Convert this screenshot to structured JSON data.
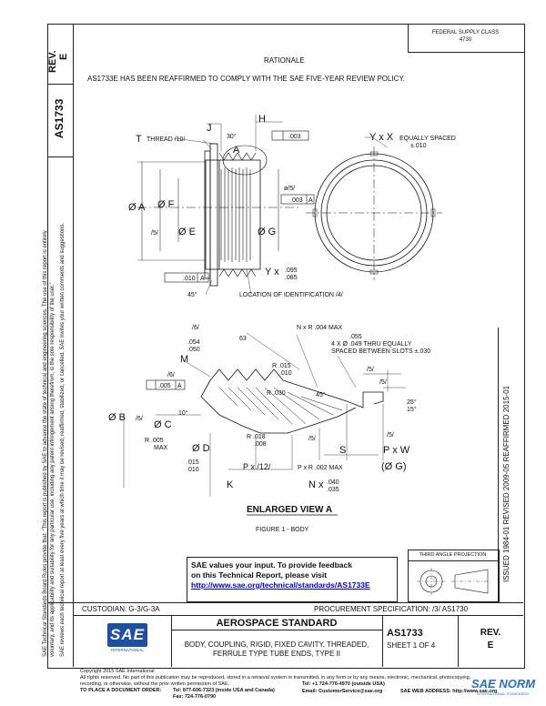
{
  "side": {
    "rev_label": "REV.",
    "rev_value": "E",
    "doc_number": "AS1733",
    "disclaimer_1": "SAE Technical Standards Board Rules provide that: “This report is published by SAE to advance the state of technical and engineering sciences. The use of this report is entirely",
    "disclaimer_2": "voluntary, and its applicability and suitability for any particular use, including any patent infringement arising therefrom, is the sole responsibility of the user.”",
    "disclaimer_3": "SAE reviews each technical report at least every five years at which time it may be revised, reaffirmed, stabilized, or cancelled. SAE invites your written comments and suggestions.",
    "issue_history": "ISSUED 1984-01     REVISED 2009-05     REAFFIRMED 2015-01"
  },
  "header": {
    "fsc_label": "FEDERAL SUPPLY CLASS",
    "fsc_value": "4730"
  },
  "rationale": {
    "title": "RATIONALE",
    "text": "AS1733E HAS BEEN REAFFIRMED TO COMPLY WITH THE SAE FIVE-YEAR REVIEW POLICY."
  },
  "drawing": {
    "labels": {
      "j": "J",
      "h": "H",
      "t": "T",
      "thread": "THREAD /10/",
      "deg30": "30°",
      "a": "A",
      "tol003": ".003",
      "yx": "Y x X",
      "equally": "EQUALLY SPACED",
      "pm010": "±.010",
      "phi_a": "Ø A",
      "phi_f": "Ø F",
      "phi_e": "Ø E",
      "phi_g": "Ø G",
      "n5": "/5/",
      "phi5": "ø/5/",
      "tol003a": ".003",
      "dat_a": "A",
      "yx2": "Y x",
      "d095": ".095",
      "d085": ".085",
      "tol010": ".010",
      "dat_a2": "A",
      "deg45": "45°",
      "location": "LOCATION OF IDENTIFICATION /4/",
      "n6": "/6/",
      "nxr": "N x R .004 MAX",
      "d63": "63",
      "d054": ".054",
      "d050": ".050",
      "d055": ".055",
      "holes": "4 X Ø .049 THRU EQUALLY",
      "slots": "SPACED BETWEEN SLOTS ±.030",
      "m": "M",
      "r015": "R .015",
      "r010": ".010",
      "n6b": "/6/",
      "tol005": ".005",
      "dat_a3": "A",
      "r030": "R .030",
      "deg45b": "45°",
      "n5b": "/5/",
      "n5c": "/5/",
      "deg25": "25°",
      "deg15": "15°",
      "phi_b": "Ø B",
      "n6c": "/6/",
      "phi_c": "Ø C",
      "deg10": "10°",
      "r005": "R .005",
      "max": "MAX",
      "r018": "R .018",
      "r008": ".008",
      "phi_d": "Ø D",
      "n5d": "/5/",
      "n5e": "/5/",
      "s": "S",
      "pxw": "P x W",
      "phi_g2": "(Ø G)",
      "d015": ".015",
      "d010": ".010",
      "px12": "P x /12/",
      "pxr": "P x R .002 MAX",
      "k": "K",
      "nx": "N x",
      "d040": ".040",
      "d035": ".035"
    },
    "view_title": "ENLARGED VIEW A",
    "figure_caption": "FIGURE 1 - BODY"
  },
  "feedback": {
    "line1": "SAE values your input. To provide feedback",
    "line2": "on this Technical Report, please visit",
    "url": "http://www.sae.org/technical/standards/AS1733E"
  },
  "projection": {
    "label": "THIRD ANGLE PROJECTION"
  },
  "title_block": {
    "custodian": "CUSTODIAN: G-3/G-3A",
    "procurement": "PROCUREMENT SPECIFICATION: /3/ AS1730",
    "logo_text": "SAE",
    "logo_sub": "INTERNATIONAL",
    "std_type": "AEROSPACE STANDARD",
    "title_line1": "BODY, COUPLING, RIGID, FIXED CAVITY, THREADED,",
    "title_line2": "FERRULE TYPE TUBE ENDS, TYPE II",
    "doc_number": "AS1733",
    "sheet": "SHEET 1 OF 4",
    "rev_label": "REV.",
    "rev_value": "E"
  },
  "footer": {
    "copyright": "Copyright 2015 SAE International",
    "rights_1": "All rights reserved. No part of this publication may be reproduced, stored in a retrieval system or transmitted, in any form or by any means, electronic, mechanical, photocopying,",
    "rights_2": "recording, or otherwise, without the prior written permission of SAE.",
    "order_label": "TO PLACE A DOCUMENT ORDER:",
    "tel1": "Tel:  877-606-7323 (inside USA and Canada)",
    "fax": "Fax: 724-776-0790",
    "tel2": "Tel: +1 724-776-4970 (outside USA)",
    "email": "Email: CustomerService@sae.org",
    "web": "SAE WEB ADDRESS:  http://www.sae.org",
    "watermark": "SAE NORM",
    "watermark_sub": "INTERNATIONAL STANDARDS"
  }
}
